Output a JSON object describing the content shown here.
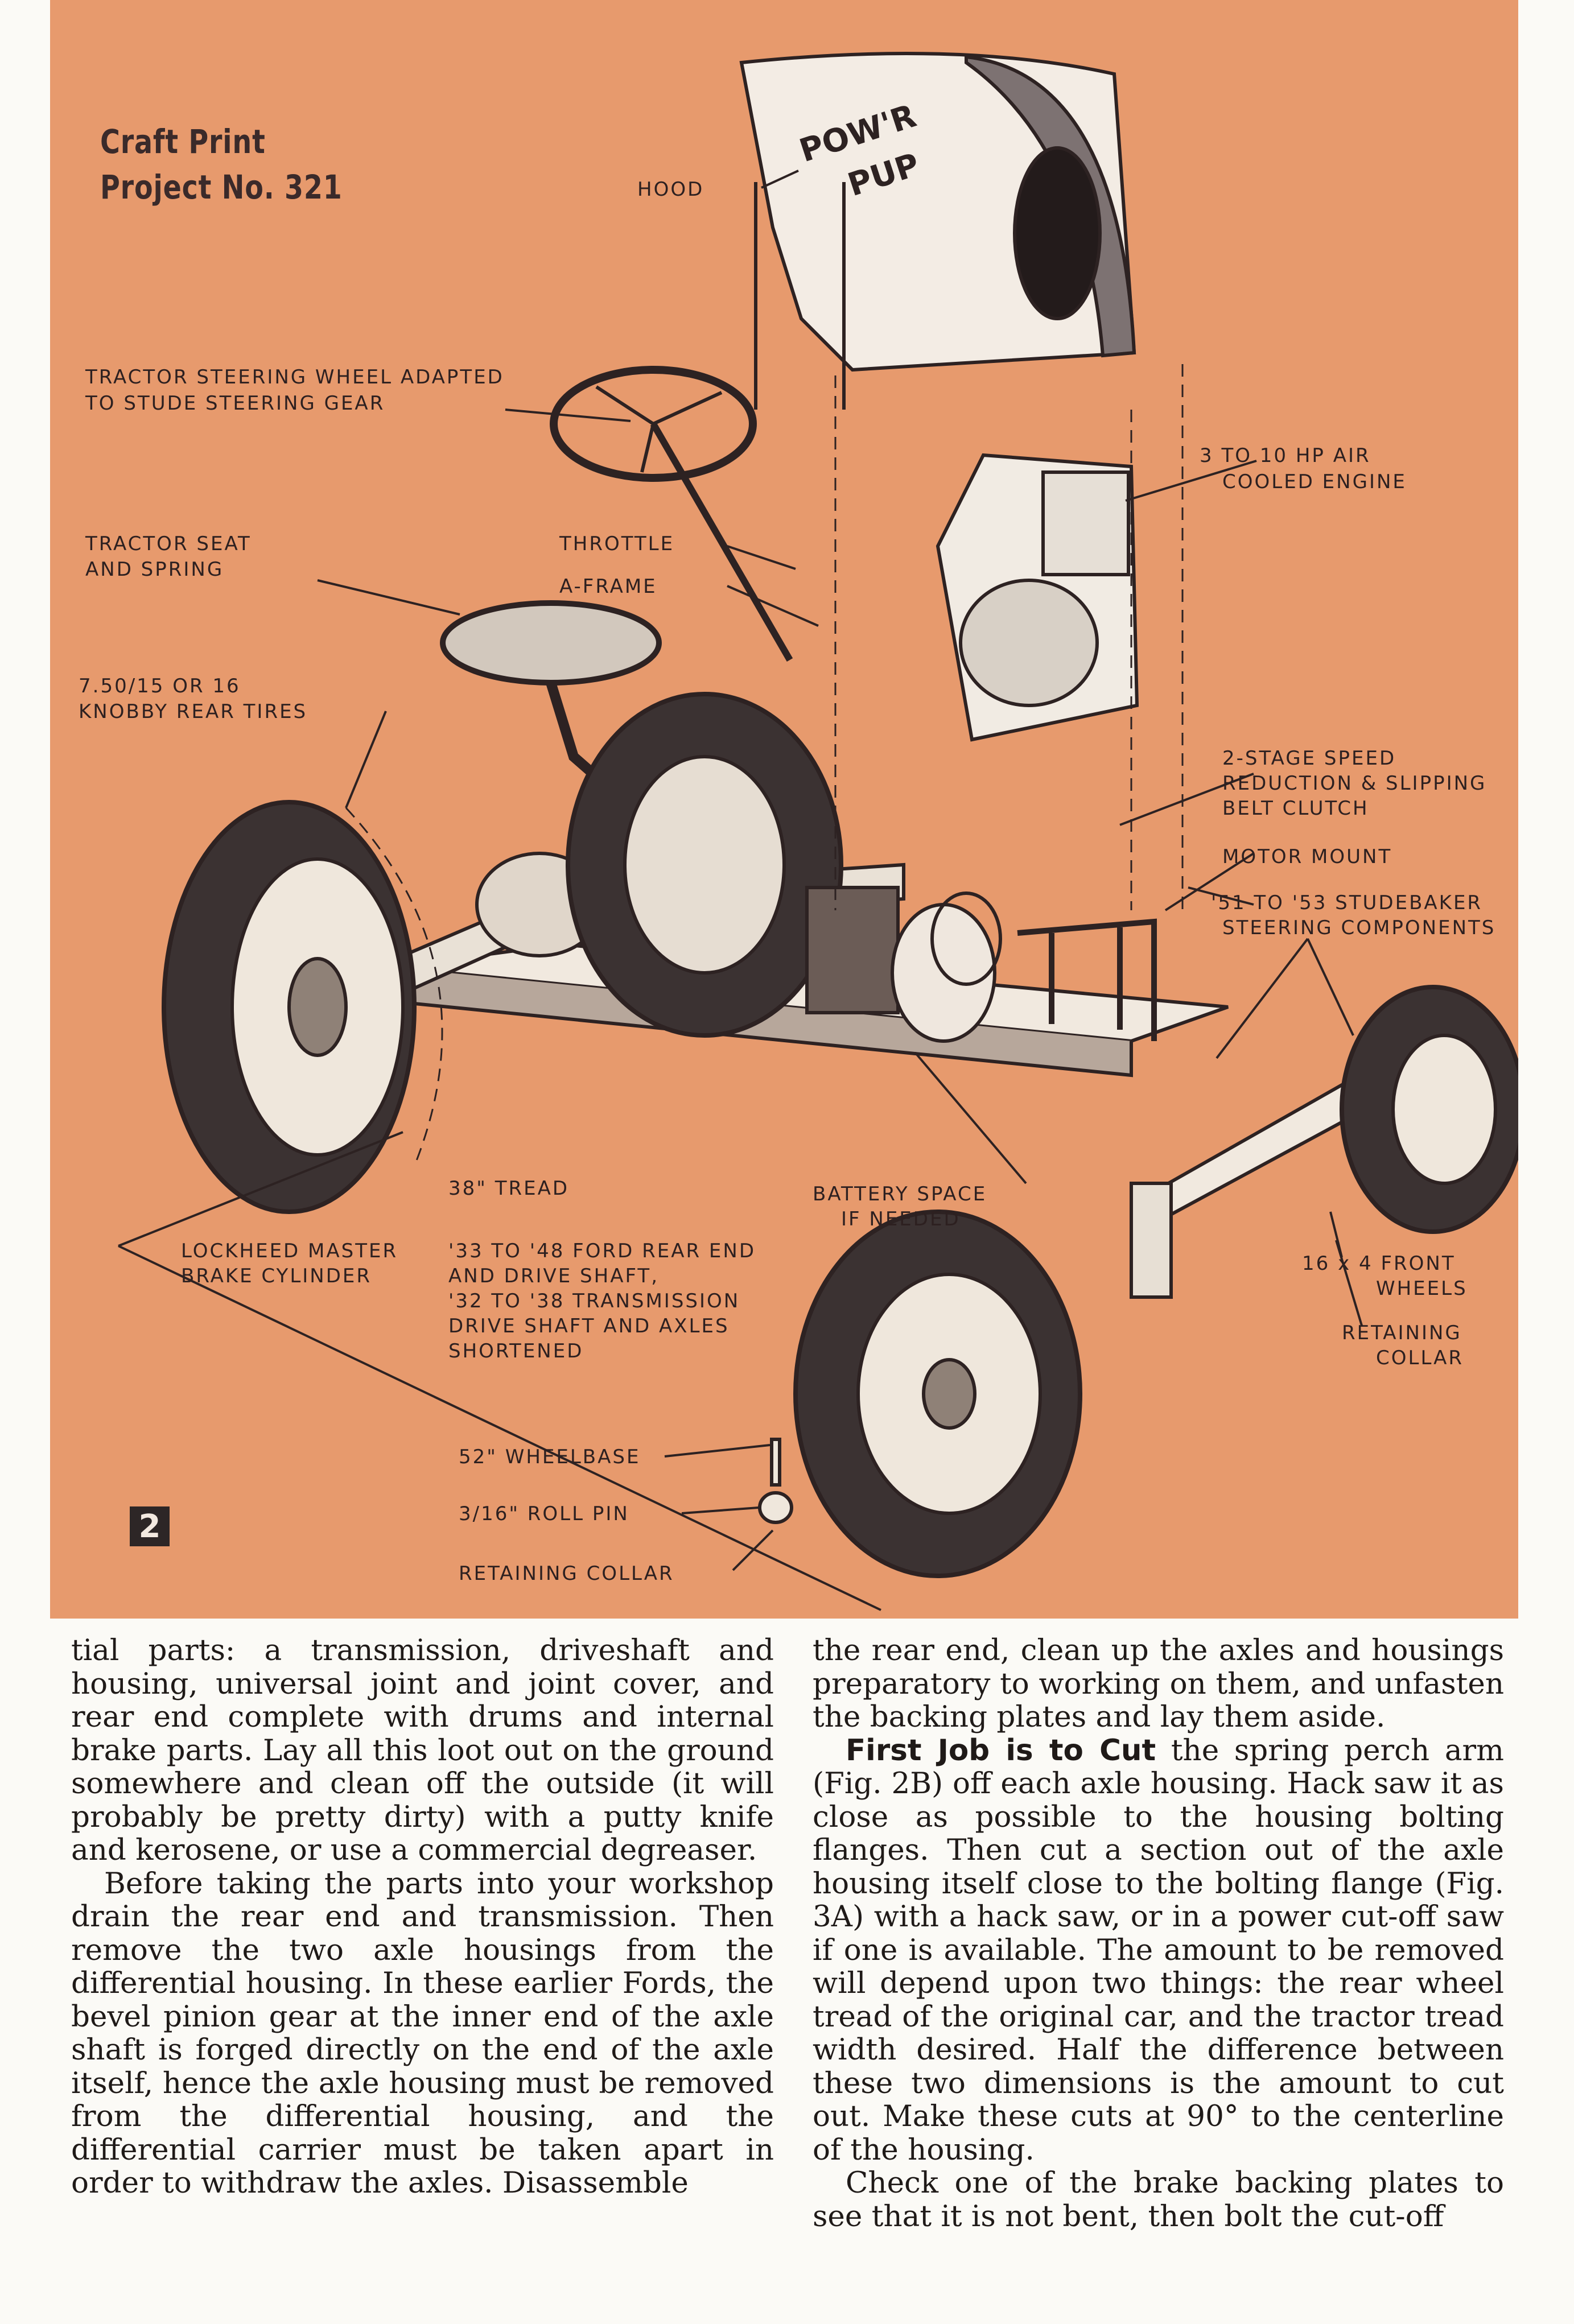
{
  "header": {
    "line1": "Craft Print",
    "line2": "Project No. 321"
  },
  "hood": {
    "logo_line1": "POW'R",
    "logo_line2": "PUP"
  },
  "figure_number": "2",
  "labels": {
    "hood": "HOOD",
    "steering_wheel_1": "TRACTOR STEERING WHEEL ADAPTED",
    "steering_wheel_2": "TO STUDE STEERING GEAR",
    "engine_1": "3 TO 10 HP AIR",
    "engine_2": "COOLED ENGINE",
    "seat_1": "TRACTOR SEAT",
    "seat_2": "AND SPRING",
    "throttle": "THROTTLE",
    "aframe": "A-FRAME",
    "tires_1": "7.50/15 OR 16",
    "tires_2": "KNOBBY REAR TIRES",
    "reduction_1": "2-STAGE SPEED",
    "reduction_2": "REDUCTION & SLIPPING",
    "reduction_3": "BELT CLUTCH",
    "motor_mount": "MOTOR MOUNT",
    "steering_comp_1": "'51 TO '53 STUDEBAKER",
    "steering_comp_2": "STEERING COMPONENTS",
    "tread": "38\" TREAD",
    "battery_1": "BATTERY SPACE",
    "battery_2": "IF NEEDED",
    "master_1": "LOCKHEED MASTER",
    "master_2": "BRAKE CYLINDER",
    "rear_end_1": "'33 TO '48 FORD REAR END",
    "rear_end_2": "AND DRIVE SHAFT,",
    "rear_end_3": "'32 TO '38 TRANSMISSION",
    "rear_end_4": "DRIVE SHAFT AND AXLES",
    "rear_end_5": "SHORTENED",
    "front_wheels_1": "16 x 4 FRONT",
    "front_wheels_2": "WHEELS",
    "collar_right_1": "RETAINING",
    "collar_right_2": "COLLAR",
    "wheelbase": "52\" WHEELBASE",
    "roll_pin": "3/16\" ROLL PIN",
    "retaining_collar": "RETAINING COLLAR"
  },
  "body_left": {
    "p1": "tial parts: a transmission, driveshaft and housing, universal joint and joint cover, and rear end complete with drums and internal brake parts. Lay all this loot out on the ground somewhere and clean off the outside (it will probably be pretty dirty) with a putty knife and kerosene, or use a commercial degreaser.",
    "p2": "Before taking the parts into your workshop drain the rear end and transmission. Then remove the two axle housings from the differential housing. In these earlier Fords, the bevel pinion gear at the inner end of the axle shaft is forged directly on the end of the axle itself, hence the axle housing must be removed from the differential housing, and the differential carrier must be taken apart in order to withdraw the axles. Disassemble"
  },
  "body_right": {
    "p1": "the rear end, clean up the axles and housings preparatory to working on them, and unfasten the backing plates and lay them aside.",
    "p2_lead": "First Job is to Cut",
    "p2": " the spring perch arm (Fig. 2B) off each axle housing. Hack saw it as close as possible to the housing bolting flanges. Then cut a section out of the axle housing itself close to the bolting flange (Fig. 3A) with a hack saw, or in a power cut-off saw if one is available. The amount to be removed will depend upon two things: the rear wheel tread of the original car, and the tractor tread width desired. Half the difference between these two dimensions is the amount to cut out. Make these cuts at 90° to the centerline of the housing.",
    "p3": "Check one of the brake backing plates to see that it is not bent, then bolt the cut-off"
  }
}
